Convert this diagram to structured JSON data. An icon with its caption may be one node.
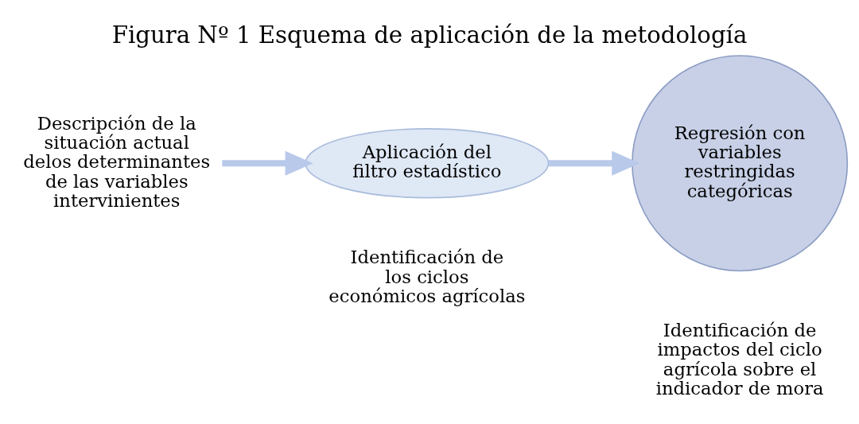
{
  "diagram": {
    "title": "Figura Nº 1 Esquema de aplicación de la metodología",
    "nodes": [
      {
        "text": [
          "Descripción de la situación actual delos determinantes de las variables intervinientes"
        ]
      },
      {
        "text": [
          "Aplicación del filtro estadístico"
        ],
        "beside": [
          "Identificación de los ciclos económicos agrícolas"
        ]
      },
      {
        "text": [
          "Regresión con variables restringidas categóricas"
        ],
        "beside": [
          "Identificación de impactos del ciclo agrícola sobre el indicador de mora"
        ]
      }
    ],
    "edges": [
      {
        "from": 0,
        "to": 1,
        "arrow": "to"
      },
      {
        "from": 1,
        "to": 2,
        "arrow": "to"
      }
    ]
  }
}
